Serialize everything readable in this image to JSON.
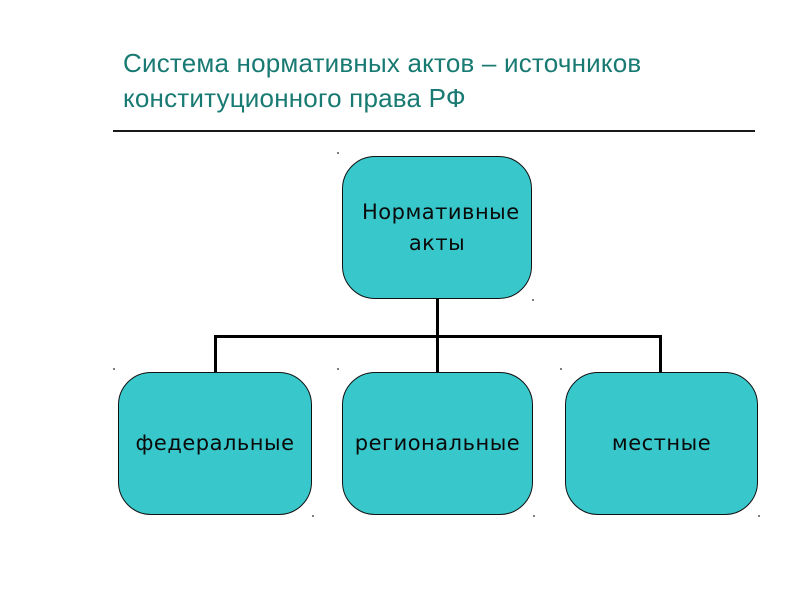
{
  "slide": {
    "title": {
      "line1": "Система нормативных актов – источников",
      "line2": "конституционного права РФ"
    },
    "colors": {
      "title_text": "#187A72",
      "node_fill": "#38C8CC",
      "node_border": "#111111",
      "connector": "#000000",
      "background": "#ffffff"
    },
    "diagram": {
      "type": "hierarchy",
      "root": {
        "label": "Нормативные акты"
      },
      "children": [
        {
          "label": "федеральные"
        },
        {
          "label": "региональные"
        },
        {
          "label": "местные"
        }
      ]
    }
  }
}
